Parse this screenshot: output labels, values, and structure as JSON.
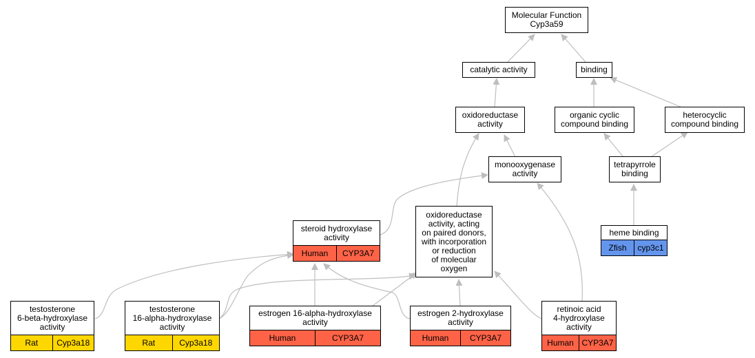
{
  "nodes": {
    "molecular_function": {
      "label": "Molecular Function\nCyp3a59"
    },
    "catalytic_activity": {
      "label": "catalytic activity"
    },
    "binding": {
      "label": "binding"
    },
    "oxidoreductase_activity": {
      "label": "oxidoreductase\nactivity"
    },
    "organic_cyclic": {
      "label": "organic cyclic\ncompound binding"
    },
    "heterocyclic": {
      "label": "heterocyclic\ncompound binding"
    },
    "monooxygenase": {
      "label": "monooxygenase\nactivity"
    },
    "tetrapyrrole": {
      "label": "tetrapyrrole\nbinding"
    },
    "steroid_hydroxylase": {
      "label": "steroid hydroxylase\nactivity",
      "species": "Human",
      "gene": "CYP3A7"
    },
    "oxidoreductase_paired": {
      "label": "oxidoreductase\nactivity, acting\non paired donors,\nwith incorporation\nor reduction\nof molecular\noxygen"
    },
    "heme_binding": {
      "label": "heme binding",
      "species": "Zfish",
      "gene": "cyp3c1"
    },
    "testosterone_6b": {
      "label": "testosterone\n6-beta-hydroxylase\nactivity",
      "species": "Rat",
      "gene": "Cyp3a18"
    },
    "testosterone_16a": {
      "label": "testosterone\n16-alpha-hydroxylase\nactivity",
      "species": "Rat",
      "gene": "Cyp3a18"
    },
    "estrogen_16a": {
      "label": "estrogen 16-alpha-hydroxylase\nactivity",
      "species": "Human",
      "gene": "CYP3A7"
    },
    "estrogen_2": {
      "label": "estrogen 2-hydroxylase\nactivity",
      "species": "Human",
      "gene": "CYP3A7"
    },
    "retinoic_acid": {
      "label": "retinoic acid\n4-hydroxylase\nactivity",
      "species": "Human",
      "gene": "CYP3A7"
    }
  },
  "colors": {
    "human": "#FF6347",
    "rat": "#FFD700",
    "zfish": "#6495ED",
    "edge": "#BEBEBE"
  }
}
